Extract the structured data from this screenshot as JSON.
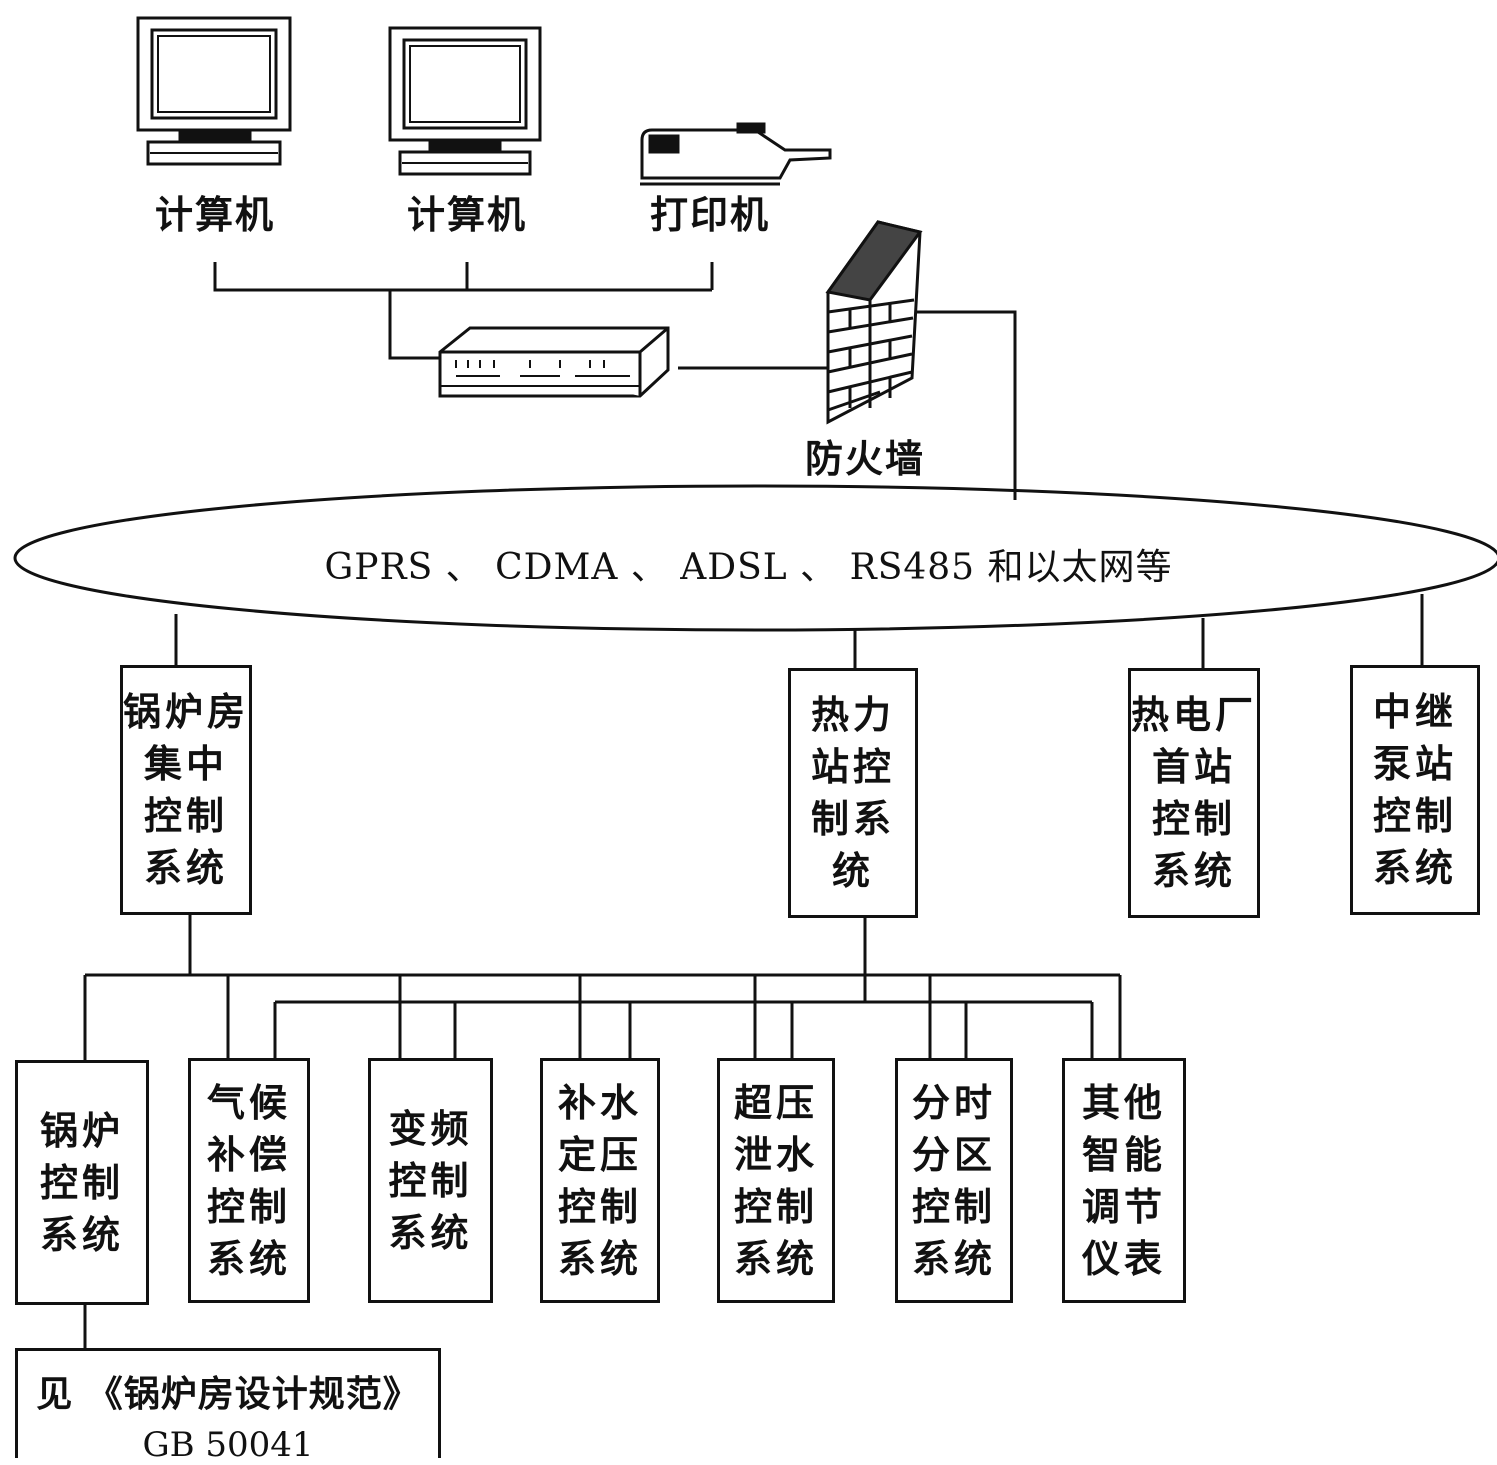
{
  "devices": {
    "computer1_label": "计算机",
    "computer2_label": "计算机",
    "printer_label": "打印机",
    "firewall_label": "防火墙"
  },
  "network": {
    "label": "GPRS 、 CDMA 、 ADSL 、 RS485 和以太网等"
  },
  "top_systems": [
    {
      "lines": [
        "锅炉房",
        "集中",
        "控制",
        "系统"
      ]
    },
    {
      "lines": [
        "热力",
        "站控",
        "制系",
        "统"
      ]
    },
    {
      "lines": [
        "热电厂",
        "首站",
        "控制",
        "系统"
      ]
    },
    {
      "lines": [
        "中继",
        "泵站",
        "控制",
        "系统"
      ]
    }
  ],
  "sub_systems": [
    {
      "lines": [
        "锅炉",
        "控制",
        "系统"
      ]
    },
    {
      "lines": [
        "气候",
        "补偿",
        "控制",
        "系统"
      ]
    },
    {
      "lines": [
        "变频",
        "控制",
        "系统"
      ]
    },
    {
      "lines": [
        "补水",
        "定压",
        "控制",
        "系统"
      ]
    },
    {
      "lines": [
        "超压",
        "泄水",
        "控制",
        "系统"
      ]
    },
    {
      "lines": [
        "分时",
        "分区",
        "控制",
        "系统"
      ]
    },
    {
      "lines": [
        "其他",
        "智能",
        "调节",
        "仪表"
      ]
    }
  ],
  "reference": {
    "line1": "见 《锅炉房设计规范》",
    "line2": "GB 50041"
  }
}
